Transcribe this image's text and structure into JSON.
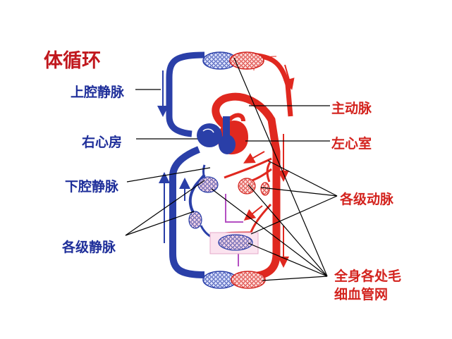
{
  "title": "体循环",
  "labels": {
    "superior_vena_cava": "上腔静脉",
    "right_atrium": "右心房",
    "inferior_vena_cava": "下腔静脉",
    "veins": "各级静脉",
    "aorta": "主动脉",
    "left_ventricle": "左心室",
    "arteries": "各级动脉",
    "capillaries_line1": "全身各处毛",
    "capillaries_line2": "细血管网"
  },
  "colors": {
    "title": "#c0171d",
    "vein_label": "#1f2f9a",
    "artery_label": "#d3231e",
    "vein": "#2a3fa8",
    "artery": "#e0281f",
    "leader_line": "#000000"
  }
}
